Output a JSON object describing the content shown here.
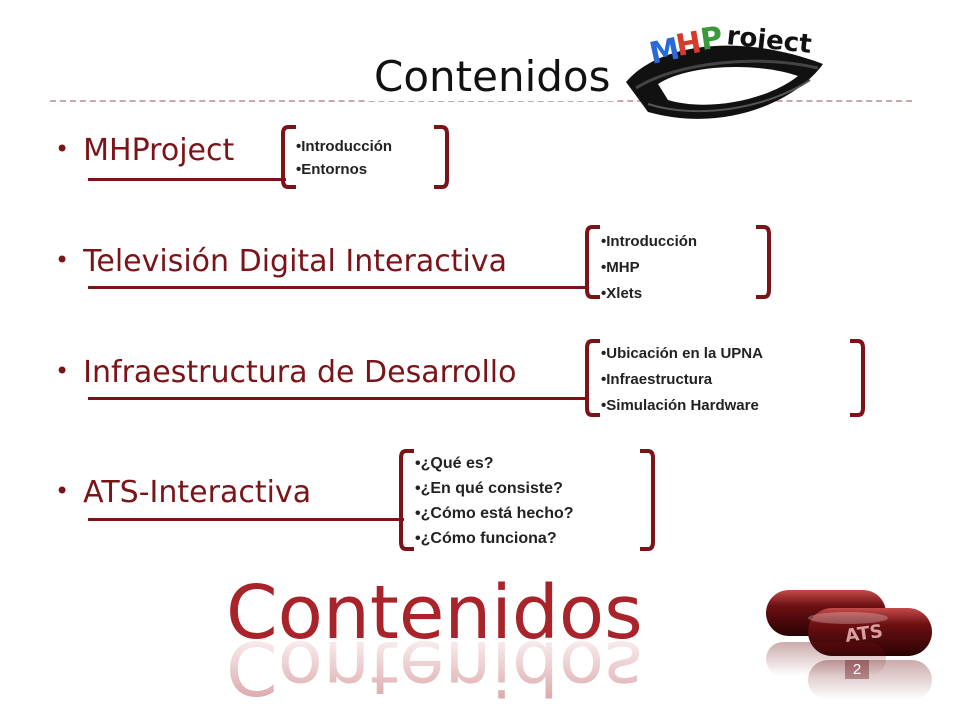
{
  "slide": {
    "title": "Contenidos",
    "watermark": "Contenidos",
    "logo_text": "MHProject",
    "pill_text": "ATS",
    "page_number": "2"
  },
  "sections": [
    {
      "label": "MHProject",
      "items": [
        "Introducción",
        "Entornos"
      ]
    },
    {
      "label": "Televisión Digital Interactiva",
      "items": [
        "Introducción",
        "MHP",
        "Xlets"
      ]
    },
    {
      "label": "Infraestructura de Desarrollo",
      "items": [
        "Ubicación en la UPNA",
        "Infraestructura",
        "Simulación Hardware"
      ]
    },
    {
      "label": "ATS-Interactiva",
      "items": [
        "¿Qué es?",
        "¿En qué consiste?",
        "¿Cómo está hecho?",
        "¿Cómo funciona?"
      ]
    }
  ],
  "colors": {
    "accent": "#7a1418",
    "watermark": "#a8232a"
  }
}
